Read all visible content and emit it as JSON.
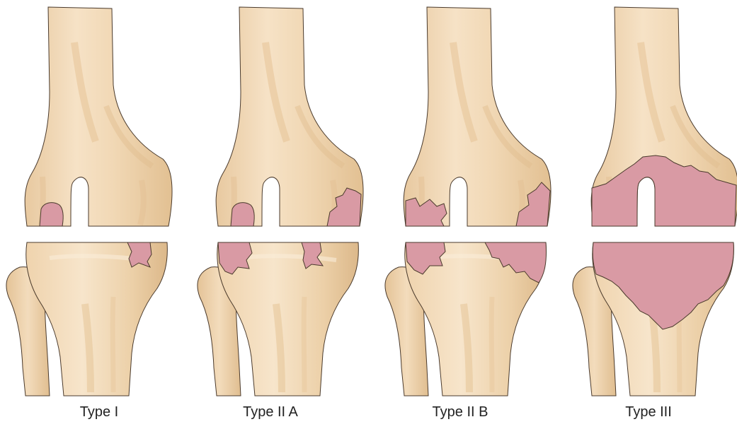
{
  "panels": [
    {
      "label": "Type I"
    },
    {
      "label": "Type II A"
    },
    {
      "label": "Type II B"
    },
    {
      "label": "Type III"
    }
  ],
  "colors": {
    "background": "#ffffff",
    "bone_fill": "#f3dcbc",
    "bone_shadow": "#e6c69c",
    "bone_highlight": "#faedd9",
    "bone_outline": "#4a3a2c",
    "lesion_fill": "#d99aa4",
    "lesion_outline": "#4a3a2c",
    "text": "#222222"
  }
}
